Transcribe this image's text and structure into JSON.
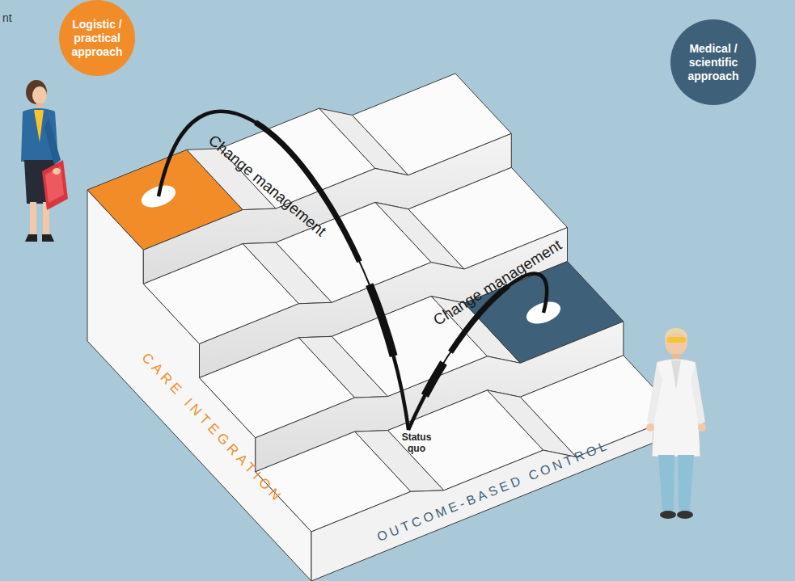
{
  "diagram": {
    "nodes": [
      {
        "text": [
          "Logistic / practical approach"
        ]
      },
      {
        "text": [
          "Medical / scientific approach"
        ]
      }
    ],
    "labels": [
      "nt",
      "Change management",
      "Change management",
      "Status quo",
      "CARE INTEGRATION",
      "OUTCOME-BASED CONTROL"
    ]
  }
}
